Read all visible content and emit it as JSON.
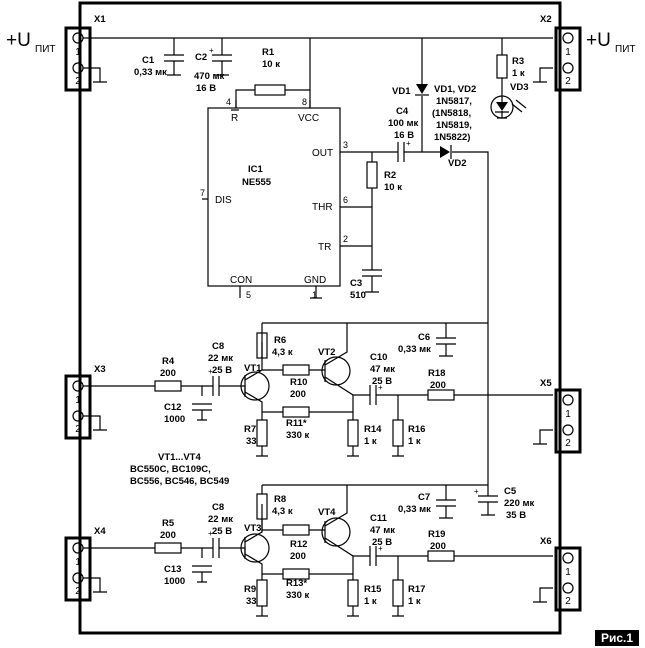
{
  "supply_left": {
    "main": "+U",
    "sub": "ПИТ"
  },
  "supply_right": {
    "main": "+U",
    "sub": "ПИТ"
  },
  "connectors": {
    "x1": "X1",
    "x2": "X2",
    "x3": "X3",
    "x4": "X4",
    "x5": "X5",
    "x6": "X6",
    "pin1": "1",
    "pin2": "2"
  },
  "parts": {
    "c1": "C1",
    "c1v": "0,33 мк",
    "c2": "C2",
    "c2v1": "470 мк",
    "c2v2": "16 В",
    "r1": "R1",
    "r1v": "10 к",
    "r3": "R3",
    "r3v": "1 к",
    "vd1": "VD1",
    "vd2": "VD2",
    "vd3": "VD3",
    "diodes1": "VD1, VD2",
    "diodes2": "1N5817,",
    "diodes3": "(1N5818,",
    "diodes4": "1N5819,",
    "diodes5": "1N5822)",
    "c4": "C4",
    "c4v1": "100 мк",
    "c4v2": "16 В",
    "r2": "R2",
    "r2v": "10 к",
    "c3": "C3",
    "c3v": "510",
    "ic": "IC1",
    "icn": "NE555",
    "pin_r": "R",
    "pin_vcc": "VCC",
    "pin_out": "OUT",
    "pin_dis": "DIS",
    "pin_thr": "THR",
    "pin_tr": "TR",
    "pin_con": "CON",
    "pin_gnd": "GND",
    "n4": "4",
    "n8": "8",
    "n3": "3",
    "n7": "7",
    "n6": "6",
    "n2": "2",
    "n5": "5",
    "n1": "1",
    "r4": "R4",
    "r4v": "200",
    "r5": "R5",
    "r5v": "200",
    "c8a": "C8",
    "c8av1": "22 мк",
    "c8av2": "25 В",
    "c8b": "C8",
    "c8bv1": "22 мк",
    "c8bv2": "25 В",
    "c12": "C12",
    "c12v": "1000",
    "c13": "C13",
    "c13v": "1000",
    "r6": "R6",
    "r6v": "4,3 к",
    "r8": "R8",
    "r8v": "4,3 к",
    "vt1": "VT1",
    "vt2": "VT2",
    "vt3": "VT3",
    "vt4": "VT4",
    "r10": "R10",
    "r10v": "200",
    "r12": "R12",
    "r12v": "200",
    "r11": "R11*",
    "r11v": "330 к",
    "r13": "R13*",
    "r13v": "330 к",
    "r7": "R7",
    "r7v": "33",
    "r9": "R9",
    "r9v": "33",
    "r14": "R14",
    "r14v": "1 к",
    "r15": "R15",
    "r15v": "1 к",
    "c6": "C6",
    "c6v": "0,33 мк",
    "c7": "C7",
    "c7v": "0,33 мк",
    "c10": "C10",
    "c10v1": "47 мк",
    "c10v2": "25 В",
    "c11": "C11",
    "c11v1": "47 мк",
    "c11v2": "25 В",
    "r16": "R16",
    "r16v": "1 к",
    "r17": "R17",
    "r17v": "1 к",
    "r18": "R18",
    "r18v": "200",
    "r19": "R19",
    "r19v": "200",
    "c5": "C5",
    "c5v1": "220 мк",
    "c5v2": "35 В",
    "vtlist1": "VT1...VT4",
    "vtlist2": "BC550C, BC109C,",
    "vtlist3": "BC556, BC546, BC549"
  },
  "figure_label": "Рис.1"
}
